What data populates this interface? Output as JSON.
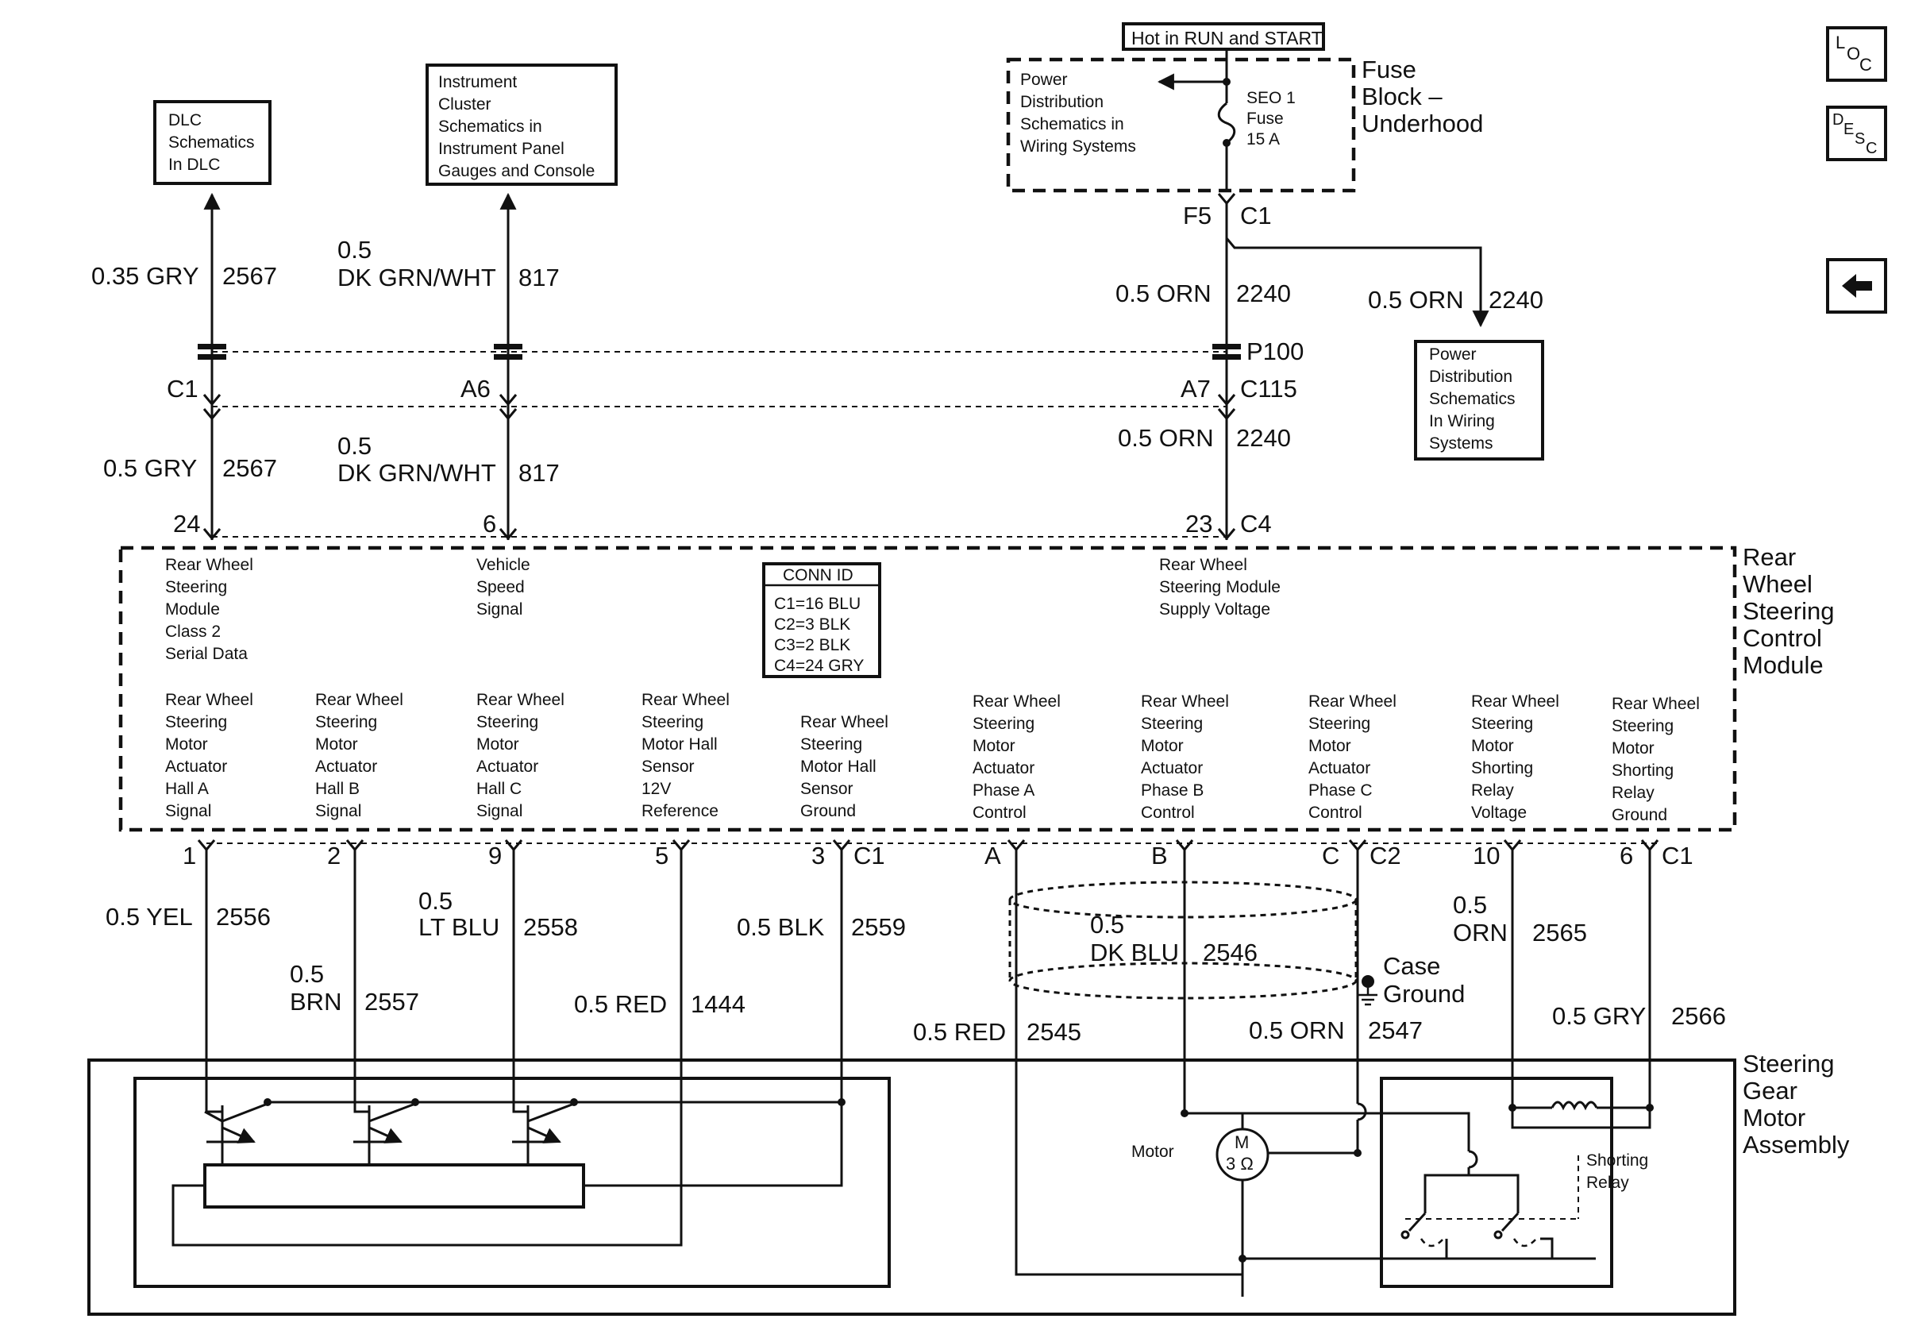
{
  "nav": {
    "loc": {
      "l": "L",
      "o": "O",
      "c": "C"
    },
    "desc": {
      "d": "D",
      "e": "E",
      "s": "S",
      "c": "C"
    }
  },
  "top": {
    "hot_label": "Hot in RUN and START",
    "fuse_block": [
      "Fuse",
      "Block –",
      "Underhood"
    ],
    "power_dist_ref": [
      "Power",
      "Distribution",
      "Schematics in",
      "Wiring Systems"
    ],
    "fuse": [
      "SEO 1",
      "Fuse",
      "15 A"
    ],
    "dlc": [
      "DLC",
      "Schematics",
      "In DLC"
    ],
    "cluster": [
      "Instrument",
      "Cluster",
      "Schematics in",
      "Instrument Panel",
      "Gauges and Console"
    ],
    "power_dist_right": [
      "Power",
      "Distribution",
      "Schematics",
      "In Wiring",
      "Systems"
    ]
  },
  "wires_top": {
    "dlc_upper": {
      "color": "0.35 GRY",
      "circuit": "2567"
    },
    "vss_upper": {
      "gauge": "0.5",
      "color": "DK GRN/WHT",
      "circuit": "817"
    },
    "orn_upper": {
      "color": "0.5 ORN",
      "circuit": "2240"
    },
    "orn_branch": {
      "color": "0.5 ORN",
      "circuit": "2240"
    },
    "dlc_lower": {
      "color": "0.5 GRY",
      "circuit": "2567"
    },
    "vss_lower": {
      "gauge": "0.5",
      "color": "DK GRN/WHT",
      "circuit": "817"
    },
    "orn_lower": {
      "color": "0.5 ORN",
      "circuit": "2240"
    }
  },
  "connectors": {
    "f5": "F5",
    "c1_top": "C1",
    "p100": "P100",
    "c1": "C1",
    "a6": "A6",
    "a7": "A7",
    "c115": "C115",
    "pin24": "24",
    "pin6": "6",
    "pin23": "23",
    "c4": "C4",
    "pin1": "1",
    "pin2": "2",
    "pin9": "9",
    "pin5": "5",
    "pin3": "3",
    "c1_bottom": "C1",
    "pin_a": "A",
    "pin_b": "B",
    "pin_c": "C",
    "c2": "C2",
    "pin10": "10",
    "pin6b": "6",
    "c1_right": "C1"
  },
  "module": {
    "title": [
      "Rear",
      "Wheel",
      "Steering",
      "Control",
      "Module"
    ],
    "conn_id_title": "CONN ID",
    "conn_id": [
      "C1=16 BLU",
      "C2=3 BLK",
      "C3=2 BLK",
      "C4=24 GRY"
    ],
    "top_labels": [
      [
        "Rear Wheel",
        "Steering",
        "Module",
        "Class 2",
        "Serial Data"
      ],
      [
        "Vehicle",
        "Speed",
        "Signal"
      ],
      [
        "Rear Wheel",
        "Steering Module",
        "Supply Voltage"
      ]
    ],
    "bottom_labels": [
      [
        "Rear Wheel",
        "Steering",
        "Motor",
        "Actuator",
        "Hall A",
        "Signal"
      ],
      [
        "Rear Wheel",
        "Steering",
        "Motor",
        "Actuator",
        "Hall B",
        "Signal"
      ],
      [
        "Rear Wheel",
        "Steering",
        "Motor",
        "Actuator",
        "Hall C",
        "Signal"
      ],
      [
        "Rear Wheel",
        "Steering",
        "Motor Hall",
        "Sensor",
        "12V",
        "Reference"
      ],
      [
        "Rear Wheel",
        "Steering",
        "Motor Hall",
        "Sensor",
        "Ground"
      ],
      [
        "Rear Wheel",
        "Steering",
        "Motor",
        "Actuator",
        "Phase A",
        "Control"
      ],
      [
        "Rear Wheel",
        "Steering",
        "Motor",
        "Actuator",
        "Phase B",
        "Control"
      ],
      [
        "Rear Wheel",
        "Steering",
        "Motor",
        "Actuator",
        "Phase C",
        "Control"
      ],
      [
        "Rear Wheel",
        "Steering",
        "Motor",
        "Shorting",
        "Relay",
        "Voltage"
      ],
      [
        "Rear Wheel",
        "Steering",
        "Motor",
        "Shorting",
        "Relay",
        "Ground"
      ]
    ]
  },
  "wires_bottom": {
    "yel": {
      "color": "0.5 YEL",
      "circuit": "2556"
    },
    "brn": {
      "gauge": "0.5",
      "color": "BRN",
      "circuit": "2557"
    },
    "ltblu": {
      "gauge": "0.5",
      "color": "LT BLU",
      "circuit": "2558"
    },
    "red1444": {
      "color": "0.5 RED",
      "circuit": "1444"
    },
    "blk": {
      "color": "0.5 BLK",
      "circuit": "2559"
    },
    "red2545": {
      "color": "0.5 RED",
      "circuit": "2545"
    },
    "dkblu": {
      "gauge": "0.5",
      "color": "DK BLU",
      "circuit": "2546"
    },
    "orn2547": {
      "color": "0.5 ORN",
      "circuit": "2547"
    },
    "orn2565": {
      "gauge": "0.5",
      "color": "ORN",
      "circuit": "2565"
    },
    "gry2566": {
      "color": "0.5 GRY",
      "circuit": "2566"
    }
  },
  "assembly": {
    "title": [
      "Steering",
      "Gear",
      "Motor",
      "Assembly"
    ],
    "case_ground": [
      "Case",
      "Ground"
    ],
    "motor_label": "Motor",
    "motor_m": "M",
    "motor_ohms": "3 Ω",
    "shorting_relay": [
      "Shorting",
      "Relay"
    ]
  }
}
